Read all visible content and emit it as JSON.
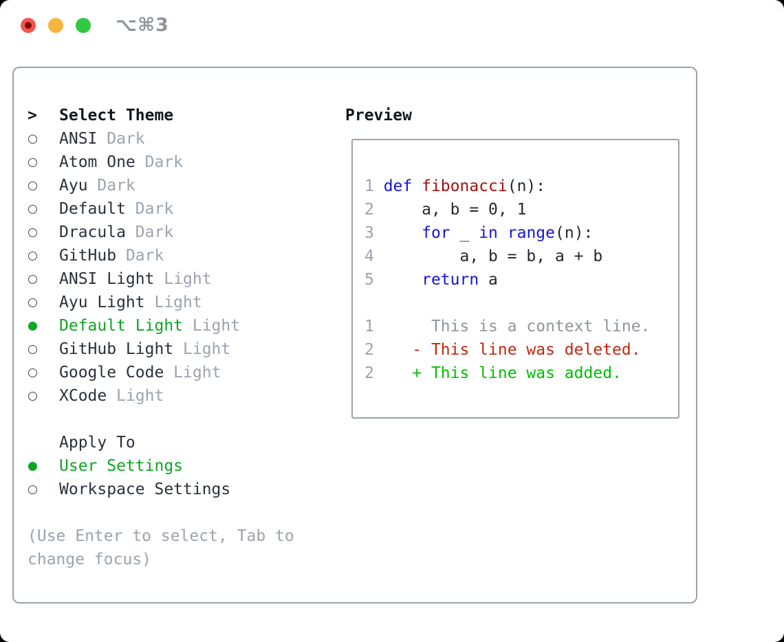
{
  "window": {
    "title": "⌥⌘3",
    "controls": [
      {
        "name": "close"
      },
      {
        "name": "minimize"
      },
      {
        "name": "zoom"
      }
    ]
  },
  "theme_selector": {
    "cursor": ">",
    "header": "Select Theme",
    "themes": [
      {
        "name": "ANSI",
        "variant": "Dark",
        "selected": false
      },
      {
        "name": "Atom One",
        "variant": "Dark",
        "selected": false
      },
      {
        "name": "Ayu",
        "variant": "Dark",
        "selected": false
      },
      {
        "name": "Default",
        "variant": "Dark",
        "selected": false
      },
      {
        "name": "Dracula",
        "variant": "Dark",
        "selected": false
      },
      {
        "name": "GitHub",
        "variant": "Dark",
        "selected": false
      },
      {
        "name": "ANSI Light",
        "variant": "Light",
        "selected": false
      },
      {
        "name": "Ayu Light",
        "variant": "Light",
        "selected": false
      },
      {
        "name": "Default Light",
        "variant": "Light",
        "selected": true
      },
      {
        "name": "GitHub Light",
        "variant": "Light",
        "selected": false
      },
      {
        "name": "Google Code",
        "variant": "Light",
        "selected": false
      },
      {
        "name": "XCode",
        "variant": "Light",
        "selected": false
      }
    ],
    "apply_to": {
      "header": "Apply To",
      "options": [
        {
          "label": "User Settings",
          "selected": true
        },
        {
          "label": "Workspace Settings",
          "selected": false
        }
      ]
    },
    "hint": "(Use Enter to select, Tab to change focus)"
  },
  "preview": {
    "label": "Preview",
    "lines": [
      [
        [
          "1 ",
          "num"
        ],
        [
          "def",
          "kw"
        ],
        [
          " ",
          "pl"
        ],
        [
          "fibonacci",
          "fn"
        ],
        [
          "(n):",
          "pl"
        ]
      ],
      [
        [
          "2 ",
          "num"
        ],
        [
          "    a, b = 0, 1",
          "pl"
        ]
      ],
      [
        [
          "3 ",
          "num"
        ],
        [
          "    ",
          "pl"
        ],
        [
          "for",
          "kw"
        ],
        [
          " _ ",
          "pl"
        ],
        [
          "in",
          "kw"
        ],
        [
          " ",
          "pl"
        ],
        [
          "range",
          "kw"
        ],
        [
          "(n):",
          "pl"
        ]
      ],
      [
        [
          "4 ",
          "num"
        ],
        [
          "        a, b = b, a + b",
          "pl"
        ]
      ],
      [
        [
          "5 ",
          "num"
        ],
        [
          "    ",
          "pl"
        ],
        [
          "return",
          "kw"
        ],
        [
          " a",
          "pl"
        ]
      ],
      [],
      [
        [
          "1",
          "num"
        ],
        [
          "      This is a context line.",
          "ctx"
        ]
      ],
      [
        [
          "2",
          "num"
        ],
        [
          "    ",
          "pl"
        ],
        [
          "- This line was deleted.",
          "del"
        ]
      ],
      [
        [
          "2",
          "num"
        ],
        [
          "    ",
          "pl"
        ],
        [
          "+ This line was added.",
          "add"
        ]
      ]
    ]
  },
  "colors": {
    "selection_green": "#0ca623",
    "keyword_blue": "#1414dd",
    "function_red": "#a31212",
    "diff_deleted_red": "#c3260f",
    "diff_added_green": "#03bd03",
    "muted_gray": "#9ba3ae",
    "border_gray": "#9aa2ad",
    "traffic_red": "#f4544d",
    "traffic_yellow": "#f6b53e",
    "traffic_green": "#31c842"
  }
}
